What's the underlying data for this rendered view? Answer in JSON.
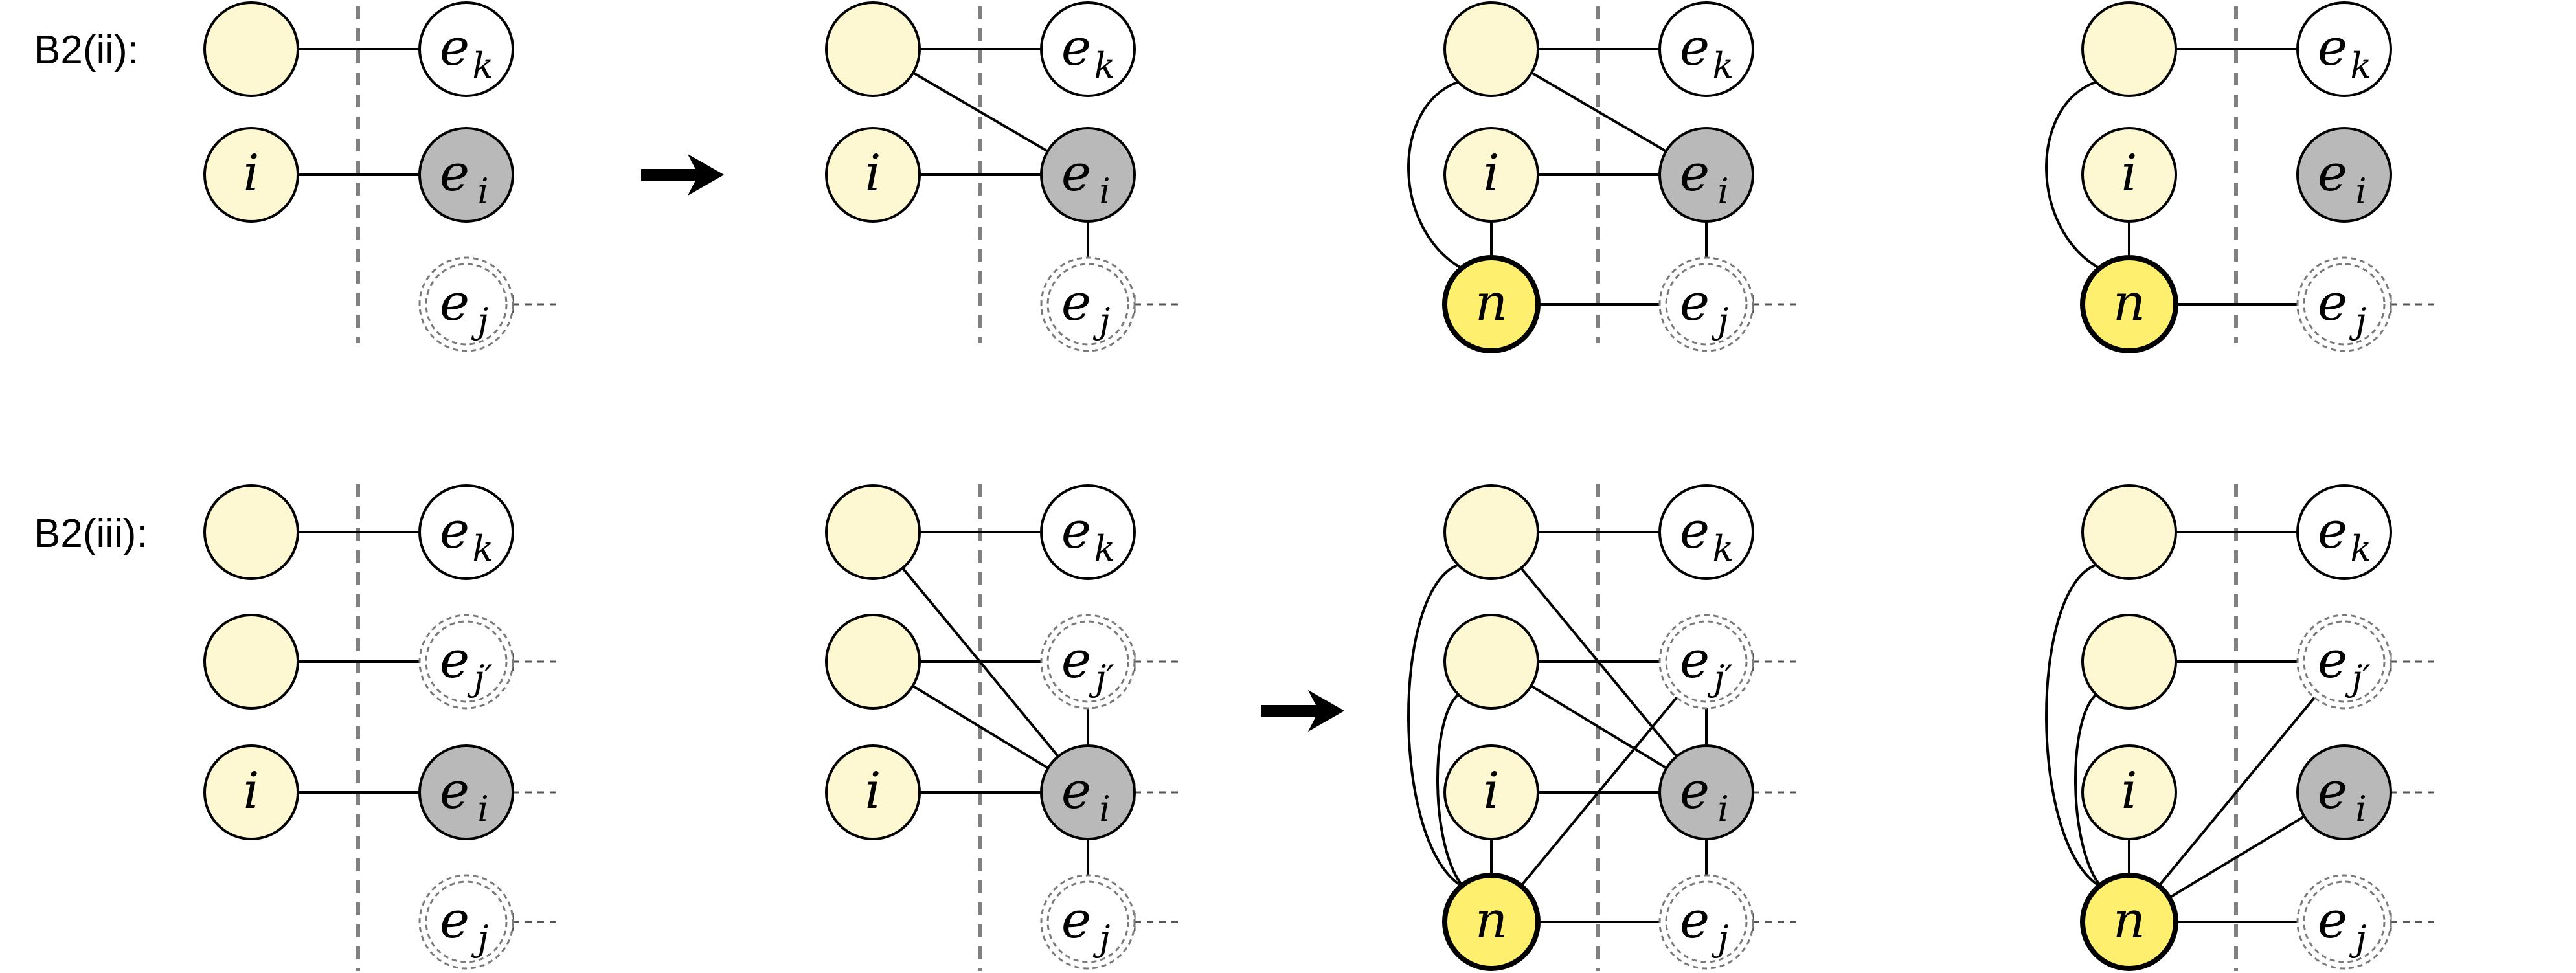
{
  "rows": [
    {
      "label": "B2(ii):",
      "steps": [
        {
          "nodes": [
            {
              "id": "L1",
              "style": "pale",
              "main": "",
              "sub": ""
            },
            {
              "id": "L2",
              "style": "pale",
              "main": "i",
              "sub": ""
            },
            {
              "id": "R1",
              "style": "white",
              "main": "e",
              "sub": "k"
            },
            {
              "id": "R2",
              "style": "gray",
              "main": "e",
              "sub": "i"
            },
            {
              "id": "R3",
              "style": "dashed",
              "main": "e",
              "sub": "j"
            }
          ],
          "edges": [
            {
              "from": "L1",
              "to": "R1",
              "kind": "line"
            },
            {
              "from": "L2",
              "to": "R2",
              "kind": "line"
            }
          ],
          "stubs": [
            "R3"
          ]
        },
        {
          "nodes": [
            {
              "id": "L1",
              "style": "pale",
              "main": "",
              "sub": ""
            },
            {
              "id": "L2",
              "style": "pale",
              "main": "i",
              "sub": ""
            },
            {
              "id": "R1",
              "style": "white",
              "main": "e",
              "sub": "k"
            },
            {
              "id": "R2",
              "style": "gray",
              "main": "e",
              "sub": "i"
            },
            {
              "id": "R3",
              "style": "dashed",
              "main": "e",
              "sub": "j"
            }
          ],
          "edges": [
            {
              "from": "L1",
              "to": "R1",
              "kind": "line"
            },
            {
              "from": "L1",
              "to": "R2",
              "kind": "line"
            },
            {
              "from": "L2",
              "to": "R2",
              "kind": "line"
            },
            {
              "from": "R2",
              "to": "R3",
              "kind": "line"
            }
          ],
          "stubs": [
            "R3"
          ]
        },
        {
          "nodes": [
            {
              "id": "L1",
              "style": "pale",
              "main": "",
              "sub": ""
            },
            {
              "id": "L2",
              "style": "pale",
              "main": "i",
              "sub": ""
            },
            {
              "id": "L3",
              "style": "yellow",
              "main": "n",
              "sub": ""
            },
            {
              "id": "R1",
              "style": "white",
              "main": "e",
              "sub": "k"
            },
            {
              "id": "R2",
              "style": "gray",
              "main": "e",
              "sub": "i"
            },
            {
              "id": "R3",
              "style": "dashed",
              "main": "e",
              "sub": "j"
            }
          ],
          "edges": [
            {
              "from": "L1",
              "to": "R1",
              "kind": "line"
            },
            {
              "from": "L1",
              "to": "R2",
              "kind": "line"
            },
            {
              "from": "L2",
              "to": "R2",
              "kind": "line"
            },
            {
              "from": "R2",
              "to": "R3",
              "kind": "line"
            },
            {
              "from": "L2",
              "to": "L3",
              "kind": "line"
            },
            {
              "from": "L3",
              "to": "R3",
              "kind": "line"
            },
            {
              "from": "L1",
              "to": "L3",
              "kind": "arc1"
            }
          ],
          "stubs": [
            "R3"
          ]
        },
        {
          "nodes": [
            {
              "id": "L1",
              "style": "pale",
              "main": "",
              "sub": ""
            },
            {
              "id": "L2",
              "style": "pale",
              "main": "i",
              "sub": ""
            },
            {
              "id": "L3",
              "style": "yellow",
              "main": "n",
              "sub": ""
            },
            {
              "id": "R1",
              "style": "white",
              "main": "e",
              "sub": "k"
            },
            {
              "id": "R2",
              "style": "gray",
              "main": "e",
              "sub": "i"
            },
            {
              "id": "R3",
              "style": "dashed",
              "main": "e",
              "sub": "j"
            }
          ],
          "edges": [
            {
              "from": "L1",
              "to": "R1",
              "kind": "line"
            },
            {
              "from": "L2",
              "to": "L3",
              "kind": "line"
            },
            {
              "from": "L3",
              "to": "R3",
              "kind": "line"
            },
            {
              "from": "L1",
              "to": "L3",
              "kind": "arc1"
            }
          ],
          "stubs": [
            "R3"
          ]
        }
      ]
    },
    {
      "label": "B2(iii):",
      "steps": [
        {
          "nodes": [
            {
              "id": "L1",
              "style": "pale",
              "main": "",
              "sub": ""
            },
            {
              "id": "L2",
              "style": "pale",
              "main": "",
              "sub": ""
            },
            {
              "id": "L3",
              "style": "pale",
              "main": "i",
              "sub": ""
            },
            {
              "id": "R1",
              "style": "white",
              "main": "e",
              "sub": "k"
            },
            {
              "id": "R2",
              "style": "dashed",
              "main": "e",
              "sub": "j′"
            },
            {
              "id": "R3",
              "style": "gray",
              "main": "e",
              "sub": "i"
            },
            {
              "id": "R4",
              "style": "dashed",
              "main": "e",
              "sub": "j"
            }
          ],
          "edges": [
            {
              "from": "L1",
              "to": "R1",
              "kind": "line"
            },
            {
              "from": "L2",
              "to": "R2",
              "kind": "line"
            },
            {
              "from": "L3",
              "to": "R3",
              "kind": "line"
            }
          ],
          "stubs": [
            "R2",
            "R3",
            "R4"
          ]
        },
        {
          "nodes": [
            {
              "id": "L1",
              "style": "pale",
              "main": "",
              "sub": ""
            },
            {
              "id": "L2",
              "style": "pale",
              "main": "",
              "sub": ""
            },
            {
              "id": "L3",
              "style": "pale",
              "main": "i",
              "sub": ""
            },
            {
              "id": "R1",
              "style": "white",
              "main": "e",
              "sub": "k"
            },
            {
              "id": "R2",
              "style": "dashed",
              "main": "e",
              "sub": "j′"
            },
            {
              "id": "R3",
              "style": "gray",
              "main": "e",
              "sub": "i"
            },
            {
              "id": "R4",
              "style": "dashed",
              "main": "e",
              "sub": "j"
            }
          ],
          "edges": [
            {
              "from": "L1",
              "to": "R1",
              "kind": "line"
            },
            {
              "from": "L2",
              "to": "R2",
              "kind": "line"
            },
            {
              "from": "L3",
              "to": "R3",
              "kind": "line"
            },
            {
              "from": "L1",
              "to": "R3",
              "kind": "line"
            },
            {
              "from": "L2",
              "to": "R3",
              "kind": "line"
            },
            {
              "from": "R2",
              "to": "R3",
              "kind": "line"
            },
            {
              "from": "R3",
              "to": "R4",
              "kind": "line"
            }
          ],
          "stubs": [
            "R2",
            "R3",
            "R4"
          ]
        },
        {
          "nodes": [
            {
              "id": "L1",
              "style": "pale",
              "main": "",
              "sub": ""
            },
            {
              "id": "L2",
              "style": "pale",
              "main": "",
              "sub": ""
            },
            {
              "id": "L3",
              "style": "pale",
              "main": "i",
              "sub": ""
            },
            {
              "id": "L4",
              "style": "yellow",
              "main": "n",
              "sub": ""
            },
            {
              "id": "R1",
              "style": "white",
              "main": "e",
              "sub": "k"
            },
            {
              "id": "R2",
              "style": "dashed",
              "main": "e",
              "sub": "j′"
            },
            {
              "id": "R3",
              "style": "gray",
              "main": "e",
              "sub": "i"
            },
            {
              "id": "R4",
              "style": "dashed",
              "main": "e",
              "sub": "j"
            }
          ],
          "edges": [
            {
              "from": "L1",
              "to": "R1",
              "kind": "line"
            },
            {
              "from": "L2",
              "to": "R2",
              "kind": "line"
            },
            {
              "from": "L3",
              "to": "R3",
              "kind": "line"
            },
            {
              "from": "L1",
              "to": "R3",
              "kind": "line"
            },
            {
              "from": "L2",
              "to": "R3",
              "kind": "line"
            },
            {
              "from": "R2",
              "to": "R3",
              "kind": "line"
            },
            {
              "from": "R3",
              "to": "R4",
              "kind": "line"
            },
            {
              "from": "L3",
              "to": "L4",
              "kind": "line"
            },
            {
              "from": "L4",
              "to": "R4",
              "kind": "line"
            },
            {
              "from": "L4",
              "to": "R2",
              "kind": "line"
            },
            {
              "from": "L1",
              "to": "L4",
              "kind": "arc1"
            },
            {
              "from": "L2",
              "to": "L4",
              "kind": "arc2"
            }
          ],
          "stubs": [
            "R2",
            "R3",
            "R4"
          ]
        },
        {
          "nodes": [
            {
              "id": "L1",
              "style": "pale",
              "main": "",
              "sub": ""
            },
            {
              "id": "L2",
              "style": "pale",
              "main": "",
              "sub": ""
            },
            {
              "id": "L3",
              "style": "pale",
              "main": "i",
              "sub": ""
            },
            {
              "id": "L4",
              "style": "yellow",
              "main": "n",
              "sub": ""
            },
            {
              "id": "R1",
              "style": "white",
              "main": "e",
              "sub": "k"
            },
            {
              "id": "R2",
              "style": "dashed",
              "main": "e",
              "sub": "j′"
            },
            {
              "id": "R3",
              "style": "gray",
              "main": "e",
              "sub": "i"
            },
            {
              "id": "R4",
              "style": "dashed",
              "main": "e",
              "sub": "j"
            }
          ],
          "edges": [
            {
              "from": "L1",
              "to": "R1",
              "kind": "line"
            },
            {
              "from": "L2",
              "to": "R2",
              "kind": "line"
            },
            {
              "from": "L3",
              "to": "L4",
              "kind": "line"
            },
            {
              "from": "L4",
              "to": "R4",
              "kind": "line"
            },
            {
              "from": "L4",
              "to": "R2",
              "kind": "line"
            },
            {
              "from": "L4",
              "to": "R3",
              "kind": "line"
            },
            {
              "from": "L1",
              "to": "L4",
              "kind": "arc1"
            },
            {
              "from": "L2",
              "to": "L4",
              "kind": "arc2"
            }
          ],
          "stubs": [
            "R2",
            "R3",
            "R4"
          ]
        }
      ]
    }
  ],
  "colors": {
    "pale": "#fdf8d2",
    "yellow": "#fef06e",
    "gray": "#b9b9b9",
    "white": "#ffffff",
    "stroke": "#000000",
    "separator": "#808080",
    "dashed_ring": "#7a7a7a"
  }
}
